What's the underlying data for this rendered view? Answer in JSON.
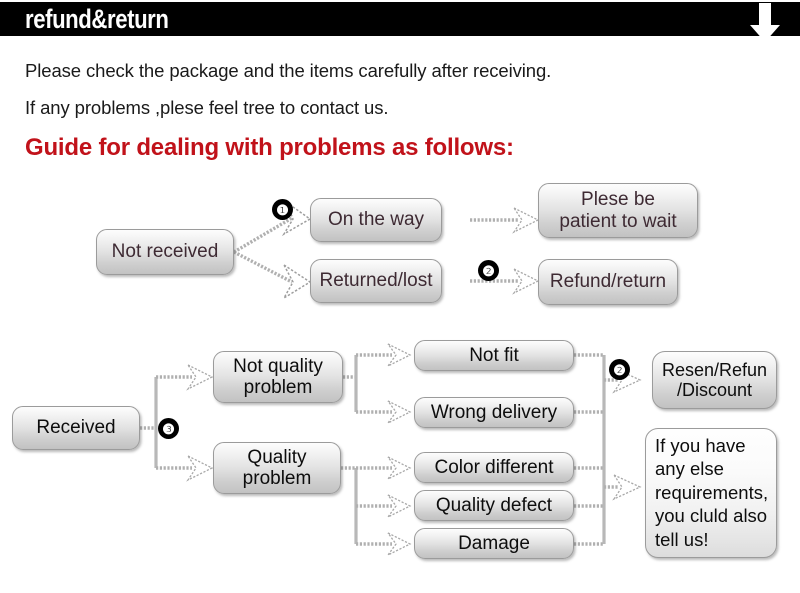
{
  "header": {
    "title": "refund&return",
    "arrow_icon": "arrow-down-icon",
    "background_color": "#000000",
    "text_color": "#ffffff"
  },
  "intro": {
    "line1": "Please check the package and the items carefully after receiving.",
    "line2": "If any problems ,plese feel tree to contact us.",
    "heading": "Guide for dealing with problems as follows:",
    "heading_color": "#c1121a"
  },
  "flow_top": {
    "start": "Not received",
    "branches": [
      {
        "badge": "❶",
        "condition": "On the way",
        "outcome": "Plese be\npatient to wait",
        "outcome_line1": "Plese be",
        "outcome_line2": "patient to wait"
      },
      {
        "badge": "❷",
        "condition": "Returned/lost",
        "outcome": "Refund/return"
      }
    ]
  },
  "flow_bottom": {
    "start": "Received",
    "badge": "❸",
    "categories": [
      {
        "label_line1": "Not quality",
        "label_line2": "problem",
        "issues": [
          "Not fit",
          "Wrong delivery"
        ]
      },
      {
        "label_line1": "Quality",
        "label_line2": "problem",
        "issues": [
          "Color different",
          "Quality defect",
          "Damage"
        ]
      }
    ],
    "issues_all": [
      "Not fit",
      "Wrong delivery",
      "Color different",
      "Quality defect",
      "Damage"
    ],
    "outcome_badge": "❷",
    "outcomes": [
      {
        "line1": "Resen/Refun",
        "line2": "/Discount"
      },
      {
        "line1": "If you have",
        "line2": "any else",
        "line3": "requirements,",
        "line4": "you cluld also",
        "line5": "tell us!"
      }
    ]
  },
  "colors": {
    "box_text_top": "#3e2a33",
    "box_text_bottom": "#0d0d0d",
    "box_border": "#9b9b9b",
    "connector": "#b0b0b0",
    "badge_bg": "#000000"
  }
}
